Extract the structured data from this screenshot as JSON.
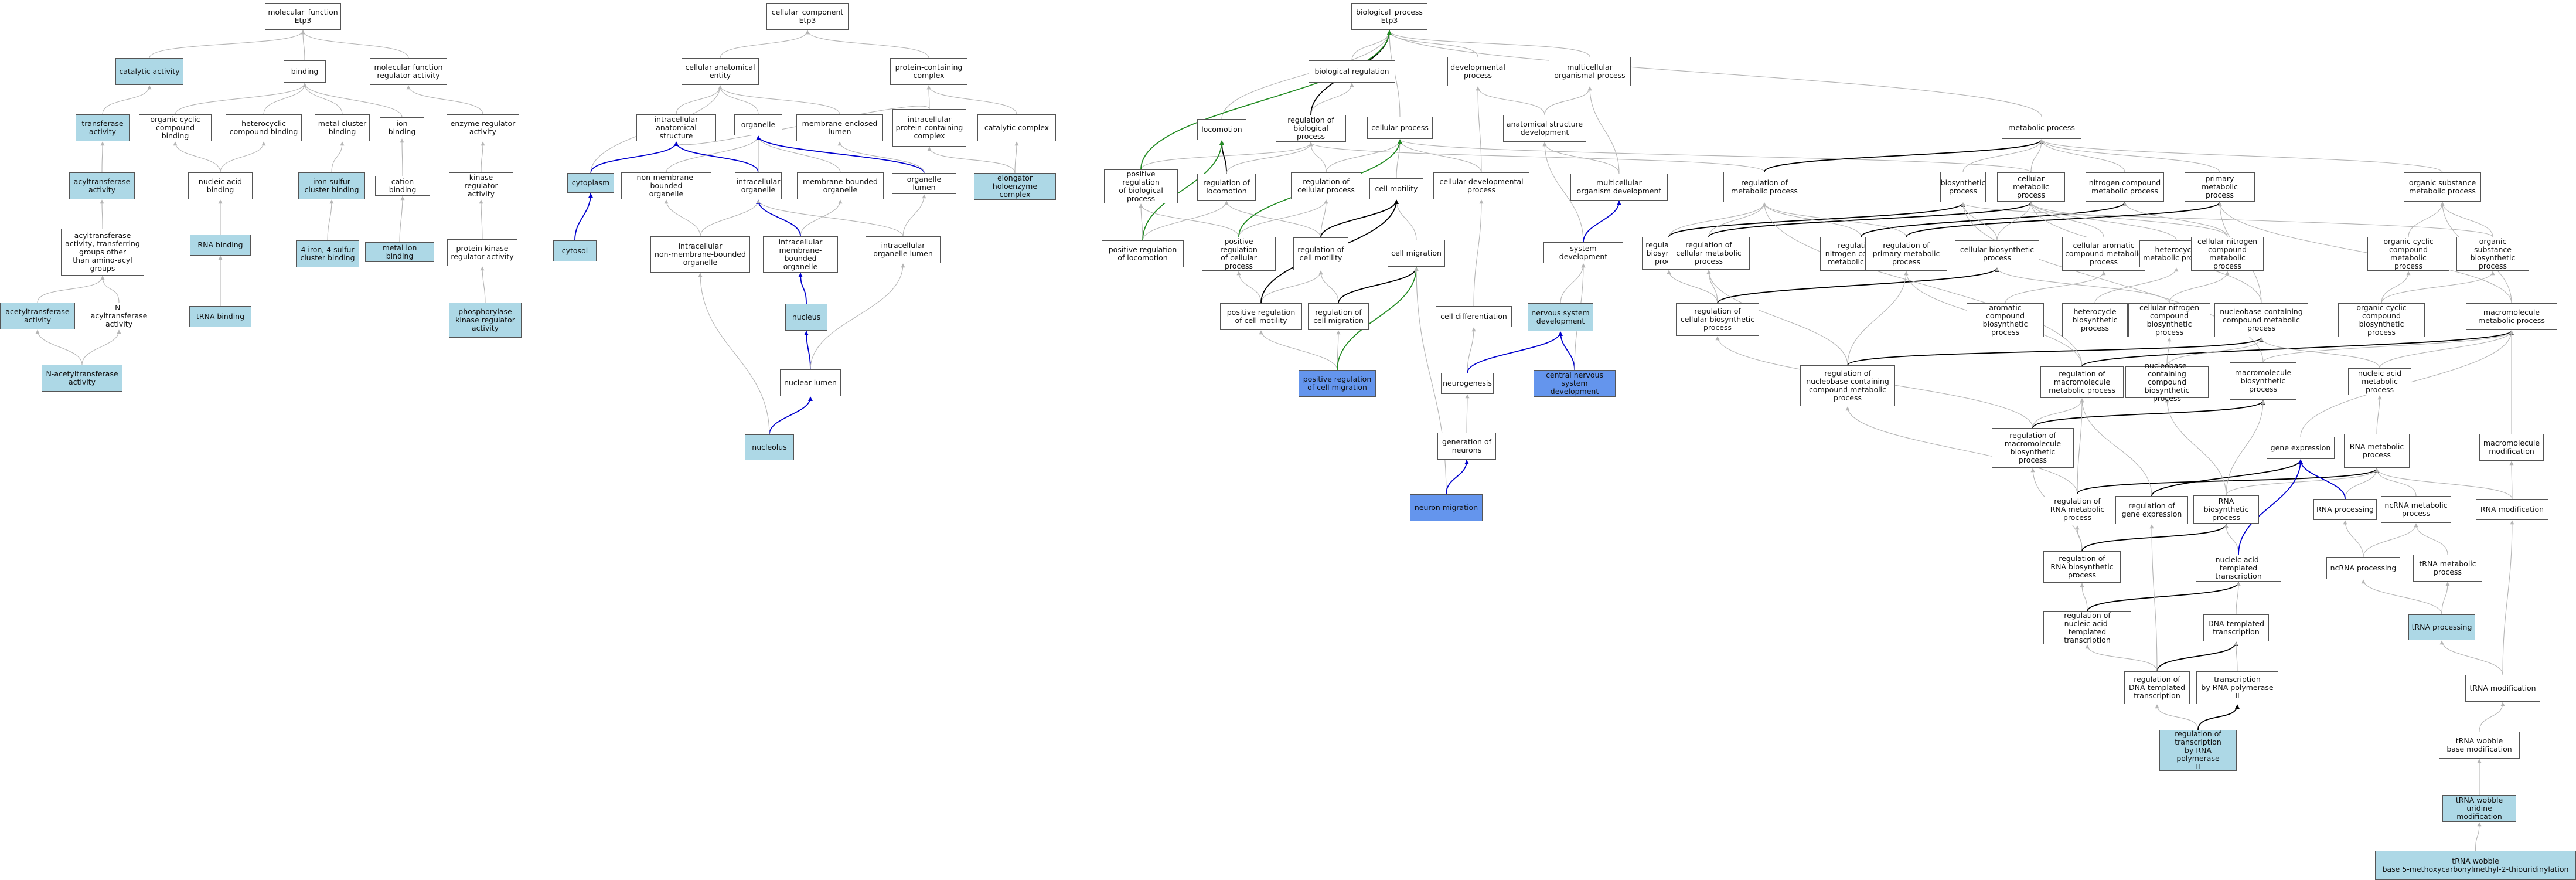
{
  "colors": {
    "light": "#add8e6",
    "focus": "#6495ed",
    "gray": "#b5b5b5",
    "black": "#000000",
    "blue": "#0000cd",
    "green": "#228b22"
  },
  "nodes": {
    "mf": "molecular_function\nEtp3",
    "cat": "catalytic activity",
    "bind": "binding",
    "mfreg": "molecular function\nregulator activity",
    "transf": "transferase\nactivity",
    "ocyc": "organic cyclic\ncompound binding",
    "hetb": "heterocyclic\ncompound binding",
    "metclus": "metal cluster\nbinding",
    "ionb": "ion binding",
    "enzreg": "enzyme regulator\nactivity",
    "acyl": "acyltransferase\nactivity",
    "nab": "nucleic acid\nbinding",
    "fes": "iron-sulfur\ncluster binding",
    "catb": "cation binding",
    "kinreg": "kinase regulator\nactivity",
    "acyl2": "acyltransferase\nactivity, transferring\ngroups other\nthan amino-acyl\ngroups",
    "rnab": "RNA binding",
    "fe4s4": "4 iron, 4 sulfur\ncluster binding",
    "metionb": "metal ion binding",
    "pkreg": "protein kinase\nregulator activity",
    "acetyl": "acetyltransferase\nactivity",
    "nacyl": "N-acyltransferase\nactivity",
    "trnab": "tRNA binding",
    "phos": "phosphorylase\nkinase regulator\nactivity",
    "nacetyl": "N-acetyltransferase\nactivity",
    "cc": "cellular_component\nEtp3",
    "cae": "cellular anatomical\nentity",
    "pcc": "protein-containing\ncomplex",
    "ias": "intracellular\nanatomical structure",
    "org": "organelle",
    "mel": "membrane-enclosed\nlumen",
    "ipcc": "intracellular\nprotein-containing\ncomplex",
    "catc": "catalytic complex",
    "cyto": "cytoplasm",
    "nmbo": "non-membrane-bounded\norganelle",
    "io": "intracellular\norganelle",
    "mbo": "membrane-bounded\norganelle",
    "ol": "organelle lumen",
    "elong": "elongator holoenzyme\ncomplex",
    "cytosol": "cytosol",
    "inmbo": "intracellular\nnon-membrane-bounded\norganelle",
    "imbo": "intracellular\nmembrane-bounded\norganelle",
    "iol": "intracellular\norganelle lumen",
    "nucleus": "nucleus",
    "nlumen": "nuclear lumen",
    "nucleolus": "nucleolus",
    "bp": "biological_process\nEtp3",
    "breg": "biological regulation",
    "dev": "developmental\nprocess",
    "multi": "multicellular\norganismal process",
    "loco": "locomotion",
    "rbp": "regulation of\nbiological process",
    "cp": "cellular process",
    "asd": "anatomical structure\ndevelopment",
    "metab": "metabolic process",
    "prbp": "positive regulation\nof biological\nprocess",
    "rloco": "regulation of\nlocomotion",
    "rcp": "regulation of\ncellular process",
    "cmot": "cell motility",
    "cdp": "cellular developmental\nprocess",
    "mod": "multicellular\norganism development",
    "rmp": "regulation of\nmetabolic process",
    "bio": "biosynthetic\nprocess",
    "cmp": "cellular metabolic\nprocess",
    "ncmp": "nitrogen compound\nmetabolic process",
    "pmp": "primary metabolic\nprocess",
    "osmp": "organic substance\nmetabolic process",
    "prl": "positive regulation\nof locomotion",
    "prcp": "positive regulation\nof cellular\nprocess",
    "rcm": "regulation of\ncell motility",
    "cmig": "cell migration",
    "sd": "system development",
    "rbio": "regulation of\nbiosynthetic\nprocess",
    "rcmp": "regulation of\ncellular metabolic\nprocess",
    "rncmp": "regulation of\nnitrogen compound\nmetabolic process",
    "rpmp": "regulation of\nprimary metabolic\nprocess",
    "cbp": "cellular biosynthetic\nprocess",
    "camp": "cellular aromatic\ncompound metabolic\nprocess",
    "hmp": "heterocycle\nmetabolic process",
    "cncmp": "cellular nitrogen\ncompound metabolic\nprocess",
    "occmp": "organic cyclic\ncompound metabolic\nprocess",
    "osbp": "organic substance\nbiosynthetic\nprocess",
    "prcm": "positive regulation\nof cell motility",
    "rcmig": "regulation of\ncell migration",
    "cdiff": "cell differentiation",
    "nsd": "nervous system\ndevelopment",
    "rcbp": "regulation of\ncellular biosynthetic\nprocess",
    "acbp": "aromatic compound\nbiosynthetic\nprocess",
    "hbp": "heterocycle\nbiosynthetic\nprocess",
    "cncbp": "cellular nitrogen\ncompound biosynthetic\nprocess",
    "nbcmp": "nucleobase-containing\ncompound metabolic\nprocess",
    "occbp": "organic cyclic\ncompound biosynthetic\nprocess",
    "mmp": "macromolecule\nmetabolic process",
    "prcmig": "positive regulation\nof cell migration",
    "neurog": "neurogenesis",
    "cnsd": "central nervous\nsystem development",
    "rnbcbp": "regulation of\nnucleobase-containing\ncompound metabolic\nprocess",
    "rmmp": "regulation of\nmacromolecule\nmetabolic process",
    "nbcbp": "nucleobase-containing\ncompound biosynthetic\nprocess",
    "mbp": "macromolecule\nbiosynthetic\nprocess",
    "namp": "nucleic acid\nmetabolic process",
    "genneu": "generation of\nneurons",
    "rmbp": "regulation of\nmacromolecule\nbiosynthetic\nprocess",
    "gexp": "gene expression",
    "rnamp": "RNA metabolic\nprocess",
    "mmmod": "macromolecule\nmodification",
    "nmig": "neuron migration",
    "rrmp": "regulation of\nRNA metabolic\nprocess",
    "rgexp": "regulation of\ngene expression",
    "rnabp": "RNA biosynthetic\nprocess",
    "rnaproc": "RNA processing",
    "ncrnamp": "ncRNA metabolic\nprocess",
    "rnamod": "RNA modification",
    "rrnabp": "regulation of\nRNA biosynthetic\nprocess",
    "natt": "nucleic acid-templated\ntranscription",
    "ncrnaproc": "ncRNA processing",
    "trnamp": "tRNA metabolic\nprocess",
    "rnatt": "regulation of\nnucleic acid-templated\ntranscription",
    "dtt": "DNA-templated\ntranscription",
    "trnaproc": "tRNA processing",
    "rdtt": "regulation of\nDNA-templated\ntranscription",
    "trpol": "transcription\nby RNA polymerase\nII",
    "trnamod": "tRNA modification",
    "rtrpol": "regulation of\ntranscription\nby RNA polymerase\nII",
    "wobble": "tRNA wobble\nbase modification",
    "wobbleu": "tRNA wobble\nuridine modification",
    "wobblem": "tRNA wobble\nbase 5-methoxycarbonylmethyl-2-thiouridinylation"
  }
}
